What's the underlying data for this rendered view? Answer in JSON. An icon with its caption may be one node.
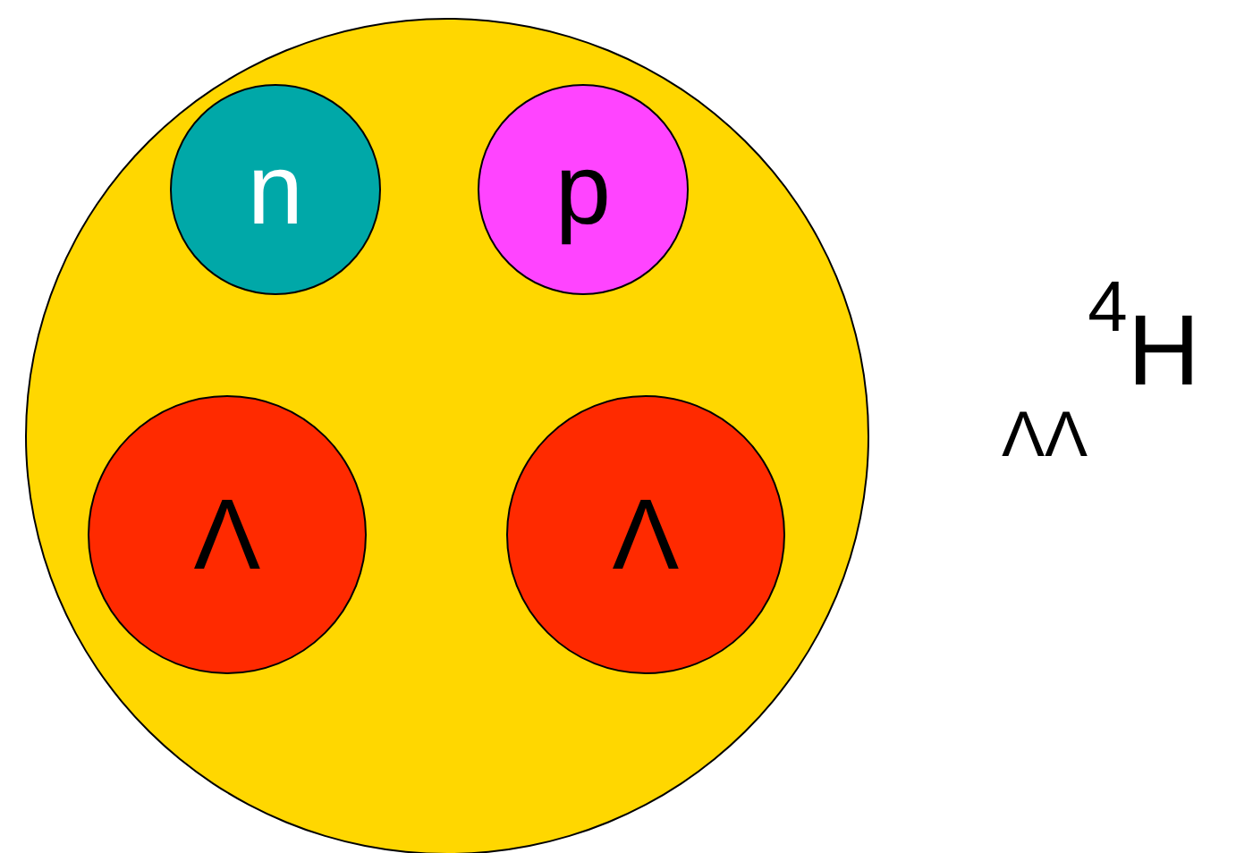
{
  "diagram": {
    "nodes": [
      {
        "text": [],
        "shape": "circle"
      },
      {
        "text": [
          "n"
        ],
        "in": 0
      },
      {
        "text": [
          "p"
        ],
        "in": 0
      },
      {
        "text": [
          "Λ"
        ],
        "in": 0
      },
      {
        "text": [
          "Λ"
        ],
        "in": 0
      }
    ],
    "labels": [
      "$_{ΛΛ}$$^{4}$H"
    ]
  }
}
